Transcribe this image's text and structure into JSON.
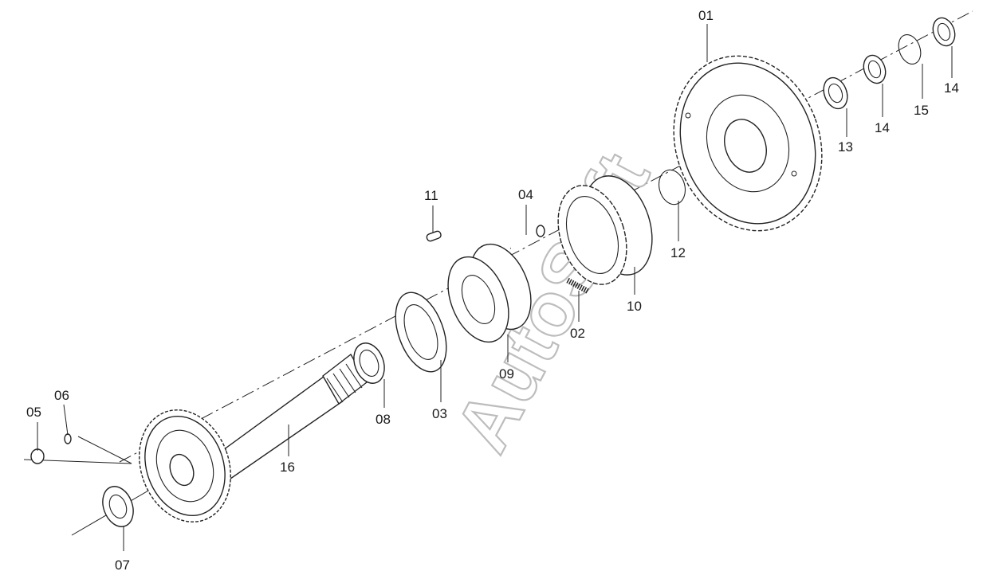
{
  "diagram": {
    "watermark": "AutoSoft",
    "callouts": [
      {
        "id": "p01",
        "text": "01"
      },
      {
        "id": "p02",
        "text": "02"
      },
      {
        "id": "p03",
        "text": "03"
      },
      {
        "id": "p04",
        "text": "04"
      },
      {
        "id": "p05",
        "text": "05"
      },
      {
        "id": "p06",
        "text": "06"
      },
      {
        "id": "p07",
        "text": "07"
      },
      {
        "id": "p08",
        "text": "08"
      },
      {
        "id": "p09",
        "text": "09"
      },
      {
        "id": "p10",
        "text": "10"
      },
      {
        "id": "p11",
        "text": "11"
      },
      {
        "id": "p12",
        "text": "12"
      },
      {
        "id": "p13",
        "text": "13"
      },
      {
        "id": "p14a",
        "text": "14"
      },
      {
        "id": "p14b",
        "text": "14"
      },
      {
        "id": "p15",
        "text": "15"
      },
      {
        "id": "p16",
        "text": "16"
      }
    ]
  }
}
